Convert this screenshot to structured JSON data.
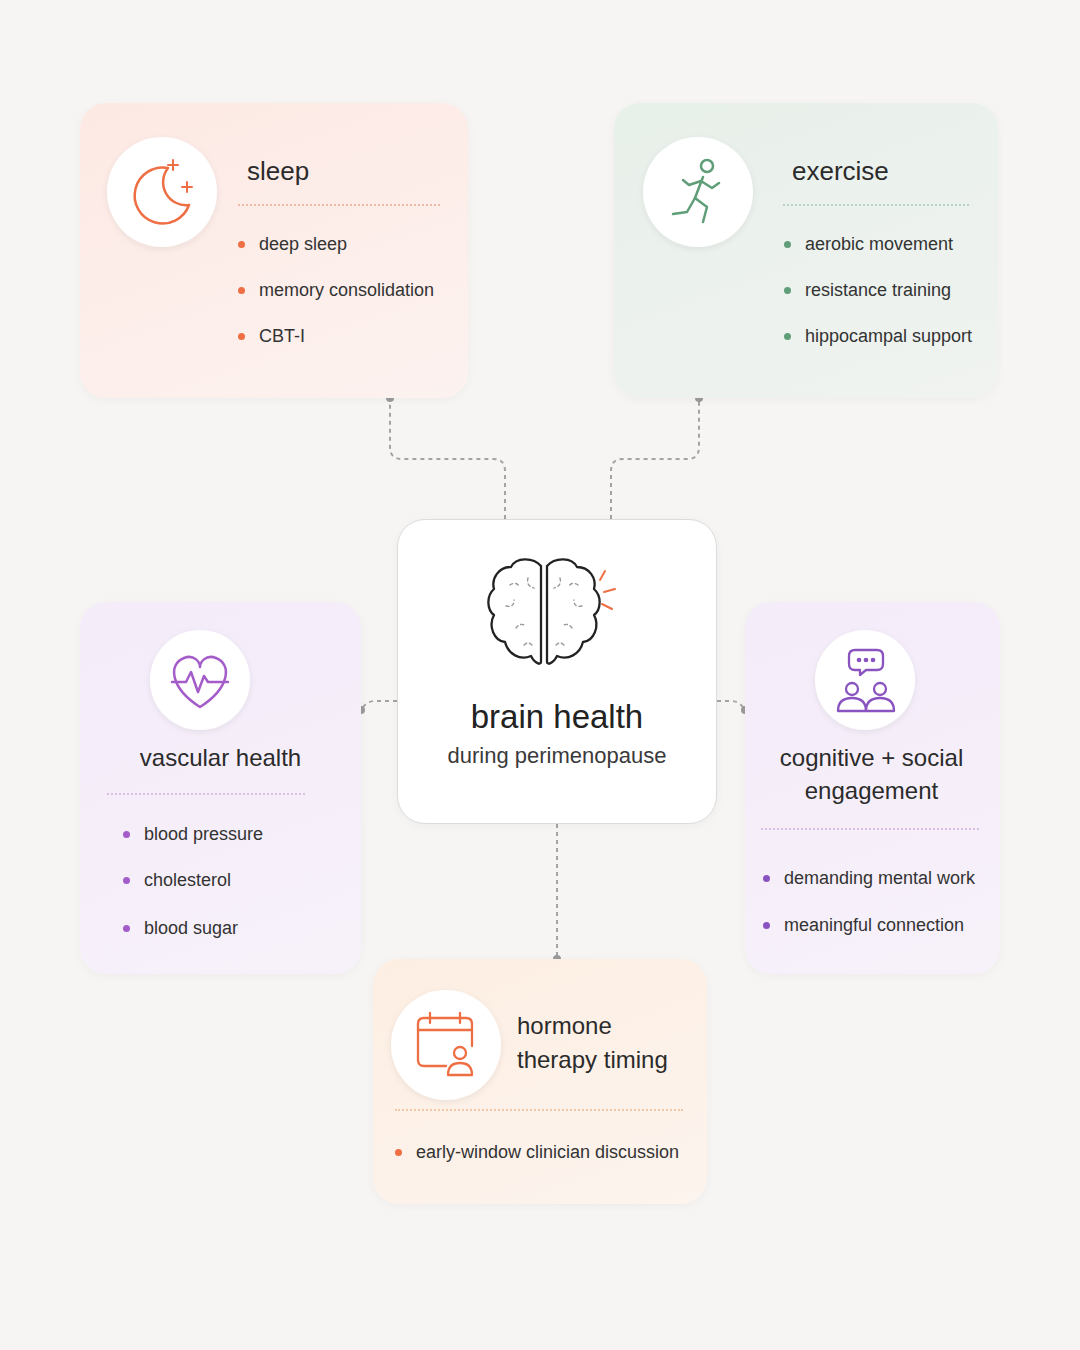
{
  "diagram": {
    "nodes": [
      {
        "text": [
          "sleep",
          "deep sleep",
          "memory consolidation",
          "CBT-I"
        ]
      },
      {
        "text": [
          "exercise",
          "aerobic movement",
          "resistance training",
          "hippocampal support"
        ]
      },
      {
        "text": [
          "vascular health",
          "blood pressure",
          "cholesterol",
          "blood sugar"
        ]
      },
      {
        "text": [
          "brain health",
          "during perimenopause"
        ]
      },
      {
        "text": [
          "cognitive + social engagement",
          "demanding mental work",
          "meaningful connection"
        ]
      },
      {
        "text": [
          "hormone therapy timing",
          "early-window clinician discussion"
        ]
      }
    ],
    "edges": [
      {
        "from": 3,
        "to": 0,
        "arrow": "none"
      },
      {
        "from": 3,
        "to": 1,
        "arrow": "none"
      },
      {
        "from": 3,
        "to": 2,
        "arrow": "none"
      },
      {
        "from": 3,
        "to": 4,
        "arrow": "none"
      },
      {
        "from": 3,
        "to": 5,
        "arrow": "none"
      }
    ]
  }
}
